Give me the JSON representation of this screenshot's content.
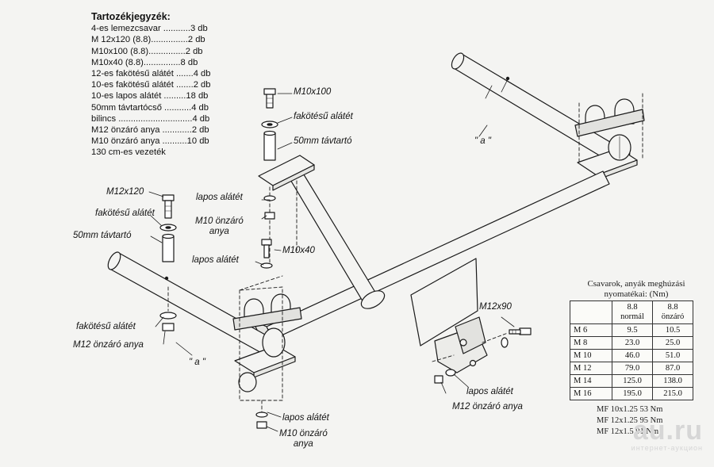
{
  "parts_list": {
    "title": "Tartozékjegyzék:",
    "items": [
      "4-es lemezcsavar ...........3 db",
      "M 12x120  (8.8)...............2 db",
      "M10x100   (8.8)...............2 db",
      "M10x40     (8.8)...............8 db",
      "12-es fakötésű alátét .......4 db",
      "10-es fakötésű alátét .......2 db",
      "10-es lapos alátét .........18 db",
      "50mm távtartócső ...........4 db",
      "bilincs ..............................4 db",
      "M12 önzáró anya ............2 db",
      "M10 önzáró anya ..........10 db",
      "130 cm-es vezeték"
    ]
  },
  "labels": {
    "m10x100": "M10x100",
    "fakotesu_alatet": "fakötésű alátét",
    "tavtarto_50mm": "50mm távtartó",
    "a_mark": "\" a \"",
    "m12x120": "M12x120",
    "lapos_alatet": "lapos alátét",
    "m10_onzaro_anya": "M10 önzáró",
    "anya": "anya",
    "m10x40": "M10x40",
    "m12_onzaro_anya": "M12 önzáró anya",
    "m12x90": "M12x90"
  },
  "torque_table": {
    "title_line1": "Csavarok, anyák meghúzási",
    "title_line2": "nyomatékai: (Nm)",
    "header": [
      "",
      "8.8 normál",
      "8.8 önzáró"
    ],
    "rows": [
      [
        "M 6",
        "9.5",
        "10.5"
      ],
      [
        "M 8",
        "23.0",
        "25.0"
      ],
      [
        "M 10",
        "46.0",
        "51.0"
      ],
      [
        "M 12",
        "79.0",
        "87.0"
      ],
      [
        "M 14",
        "125.0",
        "138.0"
      ],
      [
        "M 16",
        "195.0",
        "215.0"
      ]
    ],
    "notes": [
      "MF 10x1.25   53 Nm",
      "MF 12x1.25   95 Nm",
      "MF 12x1.5    91 Nm"
    ]
  },
  "watermark": {
    "site": "au.ru",
    "tagline": "интернет-аукцион"
  }
}
